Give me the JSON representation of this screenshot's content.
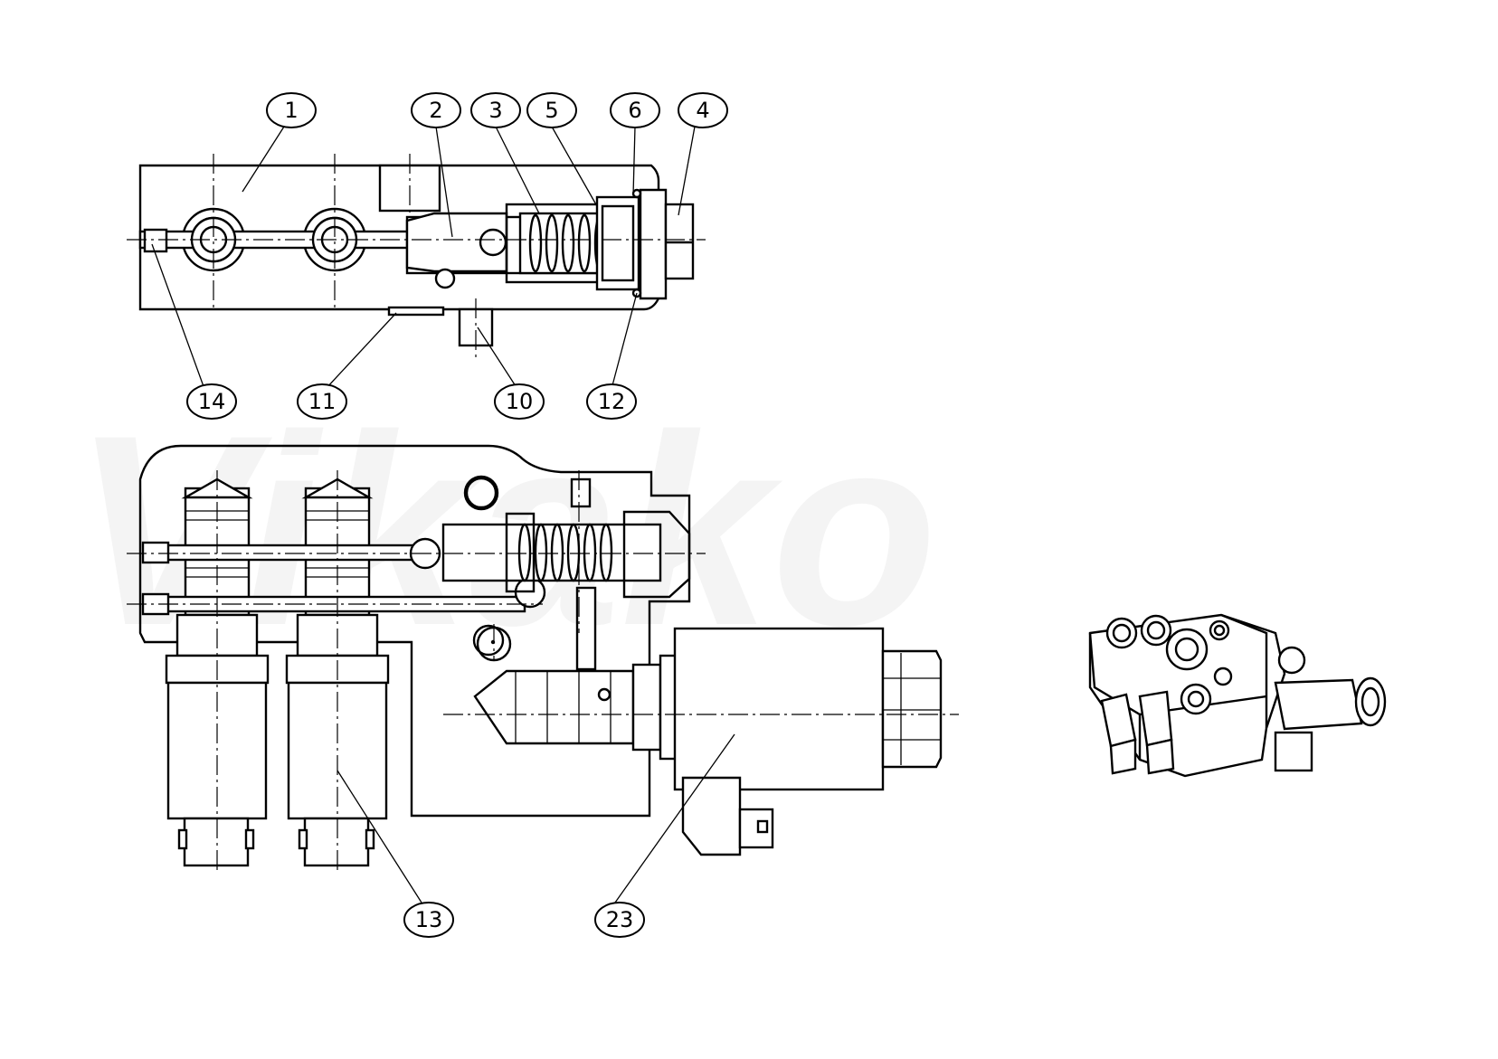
{
  "watermark": {
    "text": "Vikako"
  },
  "callouts": [
    {
      "id": "c1",
      "label": "1"
    },
    {
      "id": "c2",
      "label": "2"
    },
    {
      "id": "c3",
      "label": "3"
    },
    {
      "id": "c5",
      "label": "5"
    },
    {
      "id": "c6",
      "label": "6"
    },
    {
      "id": "c4",
      "label": "4"
    },
    {
      "id": "c14",
      "label": "14"
    },
    {
      "id": "c11",
      "label": "11"
    },
    {
      "id": "c10",
      "label": "10"
    },
    {
      "id": "c12",
      "label": "12"
    },
    {
      "id": "c13",
      "label": "13"
    },
    {
      "id": "c23",
      "label": "23"
    }
  ],
  "colors": {
    "line": "#000000",
    "background": "#ffffff"
  }
}
